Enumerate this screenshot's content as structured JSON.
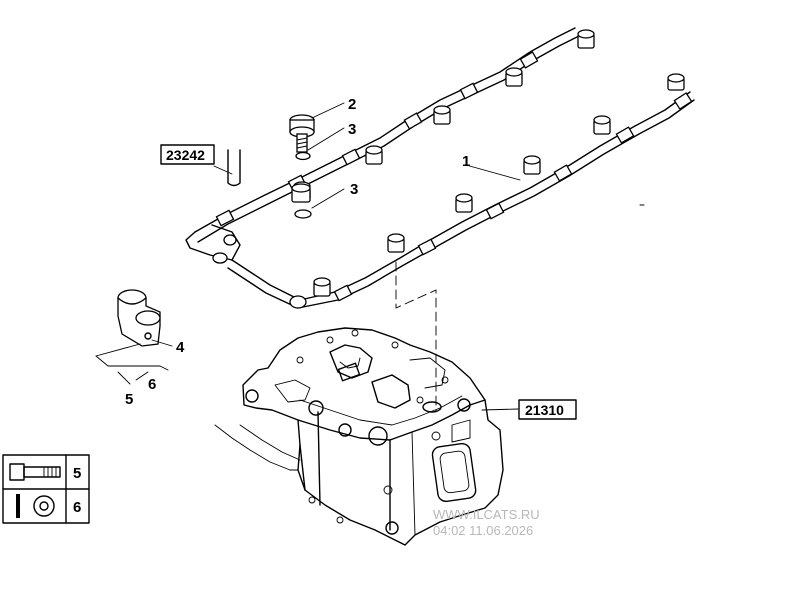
{
  "callouts": {
    "item1": "1",
    "item2": "2",
    "item3a": "3",
    "item3b": "3",
    "item4": "4",
    "item5": "5",
    "item6": "6"
  },
  "references": {
    "harness_group": "23242",
    "cylinder_head_group": "21310"
  },
  "legend": {
    "bolt_item": "5",
    "washer_item": "6"
  },
  "watermark": {
    "site": "WWW.ILCATS.RU",
    "timestamp": "04:02 11.06.2026"
  }
}
